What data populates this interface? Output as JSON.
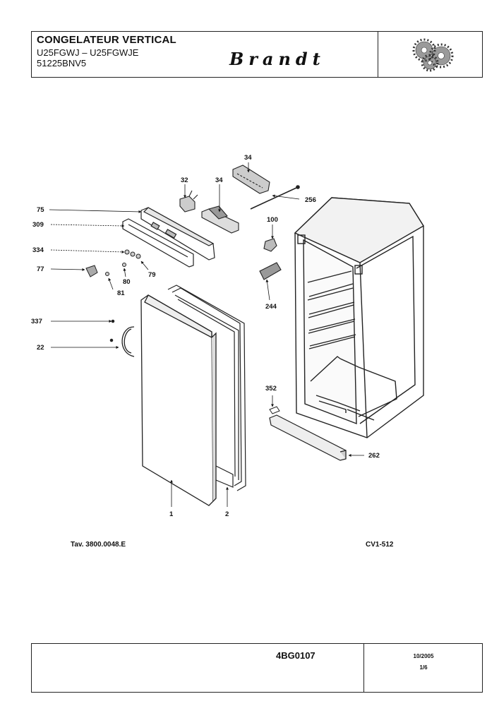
{
  "header": {
    "title": "CONGELATEUR VERTICAL",
    "models": "U25FGWJ – U25FGWJE",
    "code": "51225BNV5",
    "brand": "Brandt",
    "logo_icon": "gears-logo-icon"
  },
  "callouts": {
    "c34a": "34",
    "c34b": "34",
    "c32": "32",
    "c256": "256",
    "c75": "75",
    "c100": "100",
    "c309": "309",
    "c334": "334",
    "c79": "79",
    "c77": "77",
    "c80": "80",
    "c81": "81",
    "c244": "244",
    "c337": "337",
    "c22": "22",
    "c352": "352",
    "c262": "262",
    "c1": "1",
    "c2": "2"
  },
  "bottom_refs": {
    "table_ref": "Tav. 3800.0048.E",
    "cv_ref": "CV1-512"
  },
  "footer": {
    "doc_ref": "4BG0107",
    "date": "10/2005",
    "page": "1/6"
  }
}
